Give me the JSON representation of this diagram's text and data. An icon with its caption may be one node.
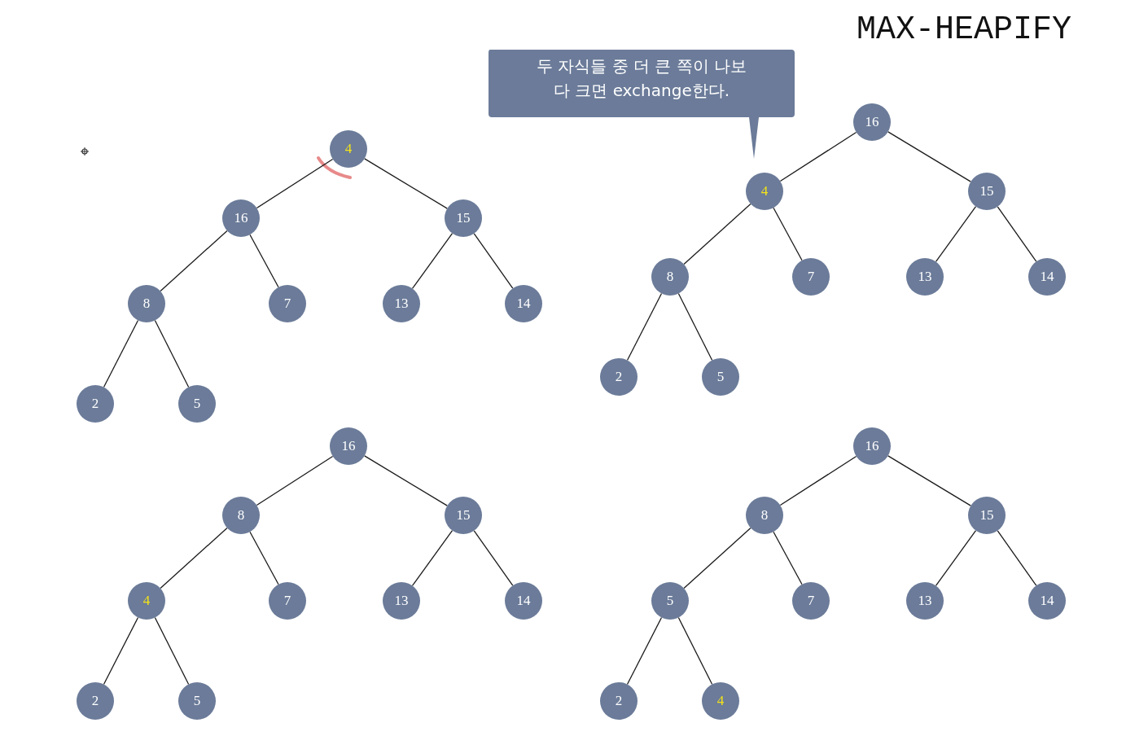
{
  "diagram": {
    "title": "MAX-HEAPIFY",
    "nodes": [
      {
        "text": [
          "4"
        ]
      },
      {
        "text": [
          "16"
        ]
      },
      {
        "text": [
          "15"
        ]
      },
      {
        "text": [
          "8"
        ]
      },
      {
        "text": [
          "7"
        ]
      },
      {
        "text": [
          "13"
        ]
      },
      {
        "text": [
          "14"
        ]
      },
      {
        "text": [
          "2"
        ]
      },
      {
        "text": [
          "5"
        ]
      },
      {
        "text": [
          "16"
        ]
      },
      {
        "text": [
          "4"
        ]
      },
      {
        "text": [
          "15"
        ]
      },
      {
        "text": [
          "8"
        ]
      },
      {
        "text": [
          "7"
        ]
      },
      {
        "text": [
          "13"
        ]
      },
      {
        "text": [
          "14"
        ]
      },
      {
        "text": [
          "2"
        ]
      },
      {
        "text": [
          "5"
        ]
      },
      {
        "text": [
          "16"
        ]
      },
      {
        "text": [
          "8"
        ]
      },
      {
        "text": [
          "15"
        ]
      },
      {
        "text": [
          "4"
        ]
      },
      {
        "text": [
          "7"
        ]
      },
      {
        "text": [
          "13"
        ]
      },
      {
        "text": [
          "14"
        ]
      },
      {
        "text": [
          "2"
        ]
      },
      {
        "text": [
          "5"
        ]
      },
      {
        "text": [
          "16"
        ]
      },
      {
        "text": [
          "8"
        ]
      },
      {
        "text": [
          "15"
        ]
      },
      {
        "text": [
          "5"
        ]
      },
      {
        "text": [
          "7"
        ]
      },
      {
        "text": [
          "13"
        ]
      },
      {
        "text": [
          "14"
        ]
      },
      {
        "text": [
          "2"
        ]
      },
      {
        "text": [
          "4"
        ]
      },
      {
        "text": [
          "두 자식들 중 더 큰 쪽이 나보다 크면 exchange한다."
        ]
      }
    ],
    "edges": [
      {
        "from": 0,
        "to": 1,
        "arrow": "none"
      },
      {
        "from": 0,
        "to": 2,
        "arrow": "none"
      },
      {
        "from": 1,
        "to": 3,
        "arrow": "none"
      },
      {
        "from": 1,
        "to": 4,
        "arrow": "none"
      },
      {
        "from": 2,
        "to": 5,
        "arrow": "none"
      },
      {
        "from": 2,
        "to": 6,
        "arrow": "none"
      },
      {
        "from": 3,
        "to": 7,
        "arrow": "none"
      },
      {
        "from": 3,
        "to": 8,
        "arrow": "none"
      },
      {
        "from": 9,
        "to": 10,
        "arrow": "none"
      },
      {
        "from": 9,
        "to": 11,
        "arrow": "none"
      },
      {
        "from": 10,
        "to": 12,
        "arrow": "none"
      },
      {
        "from": 10,
        "to": 13,
        "arrow": "none"
      },
      {
        "from": 11,
        "to": 14,
        "arrow": "none"
      },
      {
        "from": 11,
        "to": 15,
        "arrow": "none"
      },
      {
        "from": 12,
        "to": 16,
        "arrow": "none"
      },
      {
        "from": 12,
        "to": 17,
        "arrow": "none"
      },
      {
        "from": 18,
        "to": 19,
        "arrow": "none"
      },
      {
        "from": 18,
        "to": 20,
        "arrow": "none"
      },
      {
        "from": 19,
        "to": 21,
        "arrow": "none"
      },
      {
        "from": 19,
        "to": 22,
        "arrow": "none"
      },
      {
        "from": 20,
        "to": 23,
        "arrow": "none"
      },
      {
        "from": 20,
        "to": 24,
        "arrow": "none"
      },
      {
        "from": 21,
        "to": 25,
        "arrow": "none"
      },
      {
        "from": 21,
        "to": 26,
        "arrow": "none"
      },
      {
        "from": 27,
        "to": 28,
        "arrow": "none"
      },
      {
        "from": 27,
        "to": 29,
        "arrow": "none"
      },
      {
        "from": 28,
        "to": 30,
        "arrow": "none"
      },
      {
        "from": 28,
        "to": 31,
        "arrow": "none"
      },
      {
        "from": 29,
        "to": 32,
        "arrow": "none"
      },
      {
        "from": 29,
        "to": 33,
        "arrow": "none"
      },
      {
        "from": 30,
        "to": 34,
        "arrow": "none"
      },
      {
        "from": 30,
        "to": 35,
        "arrow": "none"
      }
    ]
  }
}
